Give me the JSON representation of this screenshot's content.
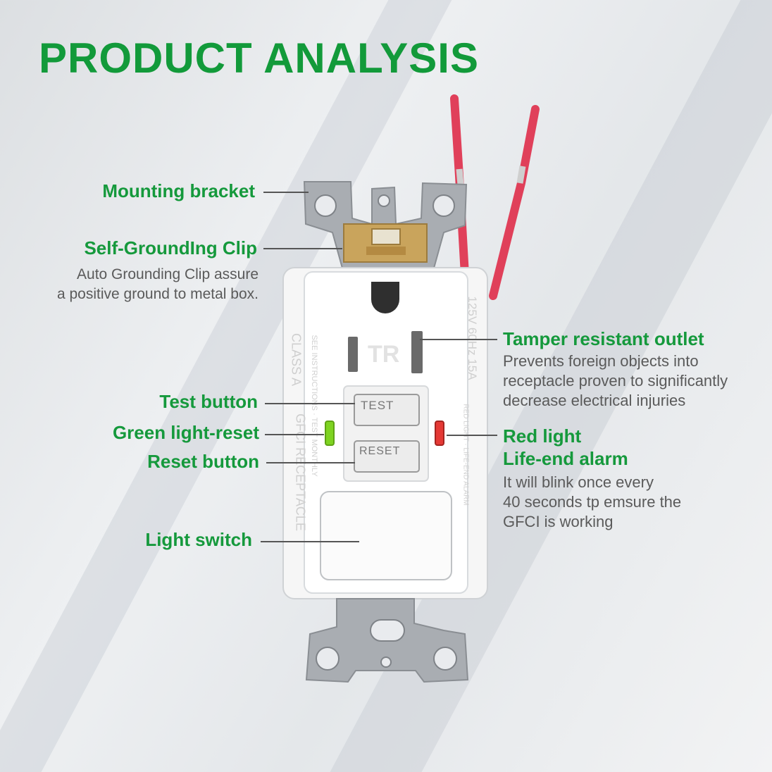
{
  "title": "PRODUCT ANALYSIS",
  "device_text": {
    "tr": "TR",
    "test": "TEST",
    "reset": "RESET",
    "class": "CLASS A",
    "gfci": "GFCI RECEPTACLE",
    "rating": "125V 60Hz 15A",
    "instructions": "SEE INSTRUCTIONS · TEST MONTHLY",
    "alarm": "RED LIGHT · LIFE-END ALARM"
  },
  "callouts": {
    "mounting_bracket": {
      "label": "Mounting bracket"
    },
    "self_grounding_clip": {
      "label": "Self-GroundIng Clip",
      "desc_line1": "Auto Grounding Clip assure",
      "desc_line2": "a positive ground to metal box."
    },
    "test_button": {
      "label": "Test button"
    },
    "green_light": {
      "label": "Green light-reset"
    },
    "reset_button": {
      "label": "Reset button"
    },
    "light_switch": {
      "label": "Light switch"
    },
    "tamper_outlet": {
      "label": "Tamper resistant outlet",
      "desc_line1": "Prevents foreign objects into",
      "desc_line2": "receptacle proven to significantly",
      "desc_line3": "decrease electrical injuries"
    },
    "red_light": {
      "label_line1": "Red light",
      "label_line2": "Life-end alarm",
      "desc_line1": "It will blink once every",
      "desc_line2": "40 seconds tp emsure the",
      "desc_line3": "GFCI is working"
    }
  },
  "colors": {
    "accent": "#15993c",
    "green_led": "#7ed321",
    "red_led": "#e53935",
    "wire": "#e0405a"
  }
}
